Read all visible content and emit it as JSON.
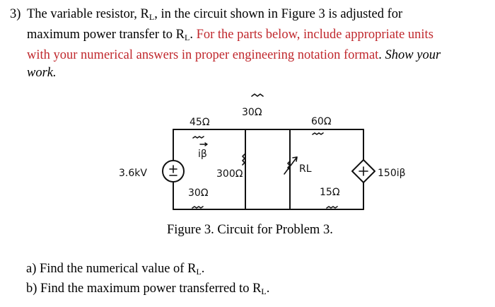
{
  "problem": {
    "number": "3)",
    "line1_pre": "The variable resistor, R",
    "line1_sub": "L",
    "line1_post": ", in the circuit shown in Figure 3 is adjusted for",
    "line2_pre": "maximum power transfer to R",
    "line2_sub": "L",
    "line2_dot": ".",
    "line2_red": "For the parts below, include appropriate units",
    "line3_red": "with your numerical answers in proper engineering notation format",
    "line3_dot": ".",
    "line3_italic": "Show your",
    "line4_italic": "work."
  },
  "circuit": {
    "labels": {
      "r_top_left": "45Ω",
      "r_top_mid": "30Ω",
      "r_top_right": "60Ω",
      "r_mid": "300Ω",
      "r_bottom_left": "30Ω",
      "r_bottom_right": "15Ω",
      "rl": "RL",
      "current_label": "iβ",
      "voltage_source": "3.6kV",
      "dep_source": "150iβ"
    }
  },
  "figure_caption": "Figure 3. Circuit for Problem 3.",
  "parts": {
    "a_pre": "a)  Find the numerical value of R",
    "a_sub": "L",
    "a_post": ".",
    "b_pre": "b)  Find the maximum power transferred to R",
    "b_sub": "L",
    "b_post": "."
  }
}
